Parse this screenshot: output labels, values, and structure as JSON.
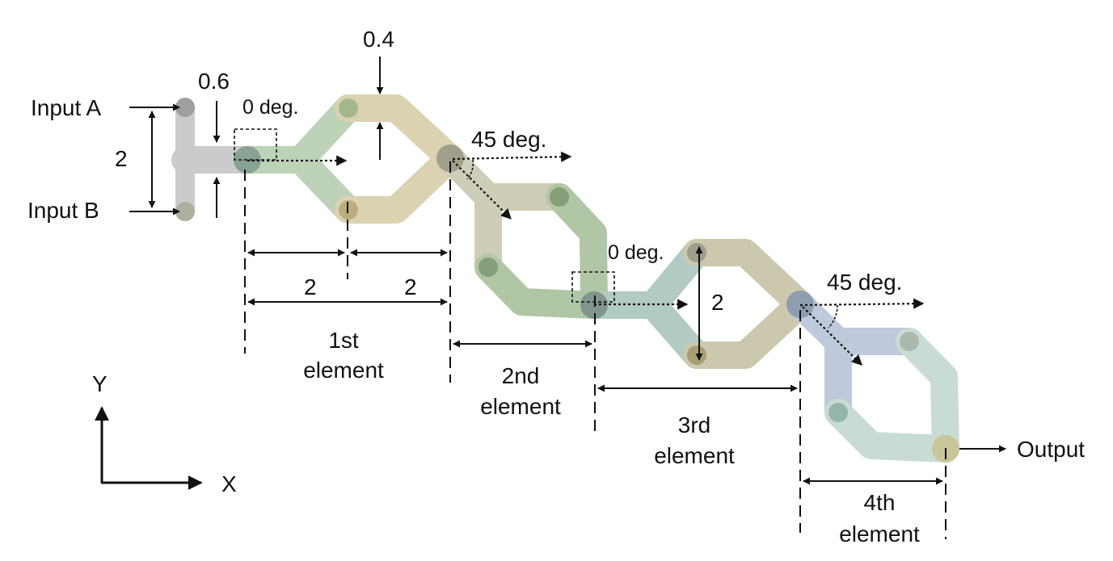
{
  "labels": {
    "input_a": "Input A",
    "input_b": "Input B",
    "output": "Output",
    "dim_width_06": "0.6",
    "dim_width_04": "0.4",
    "dim_input_sep": "2",
    "dim_half_1": "2",
    "dim_half_2": "2",
    "dim_branch_sep": "2",
    "angle_1": "0 deg.",
    "angle_2": "45 deg.",
    "angle_3": "0 deg.",
    "angle_4": "45 deg.",
    "element_1_line1": "1st",
    "element_1_line2": "element",
    "element_2_line1": "2nd",
    "element_2_line2": "element",
    "element_3_line1": "3rd",
    "element_3_line2": "element",
    "element_4_line1": "4th",
    "element_4_line2": "element",
    "axis_x": "X",
    "axis_y": "Y"
  },
  "colors": {
    "input_splitter": "#c6c6c6",
    "element_1_left": "#b6ceb0",
    "element_1_right": "#d8ceaa",
    "element_2_left": "#c9c8b0",
    "element_2_right": "#a9c09c",
    "element_3_left": "#a9c5bd",
    "element_3_right": "#c7c3a6",
    "element_4_left": "#b8c4d8",
    "element_4_right": "#c3d9cf",
    "node_gray": "#9a9a9a",
    "node_green": "#7f9a76",
    "node_tan": "#b6a878",
    "node_blue": "#8898aa",
    "ink": "#111111"
  }
}
